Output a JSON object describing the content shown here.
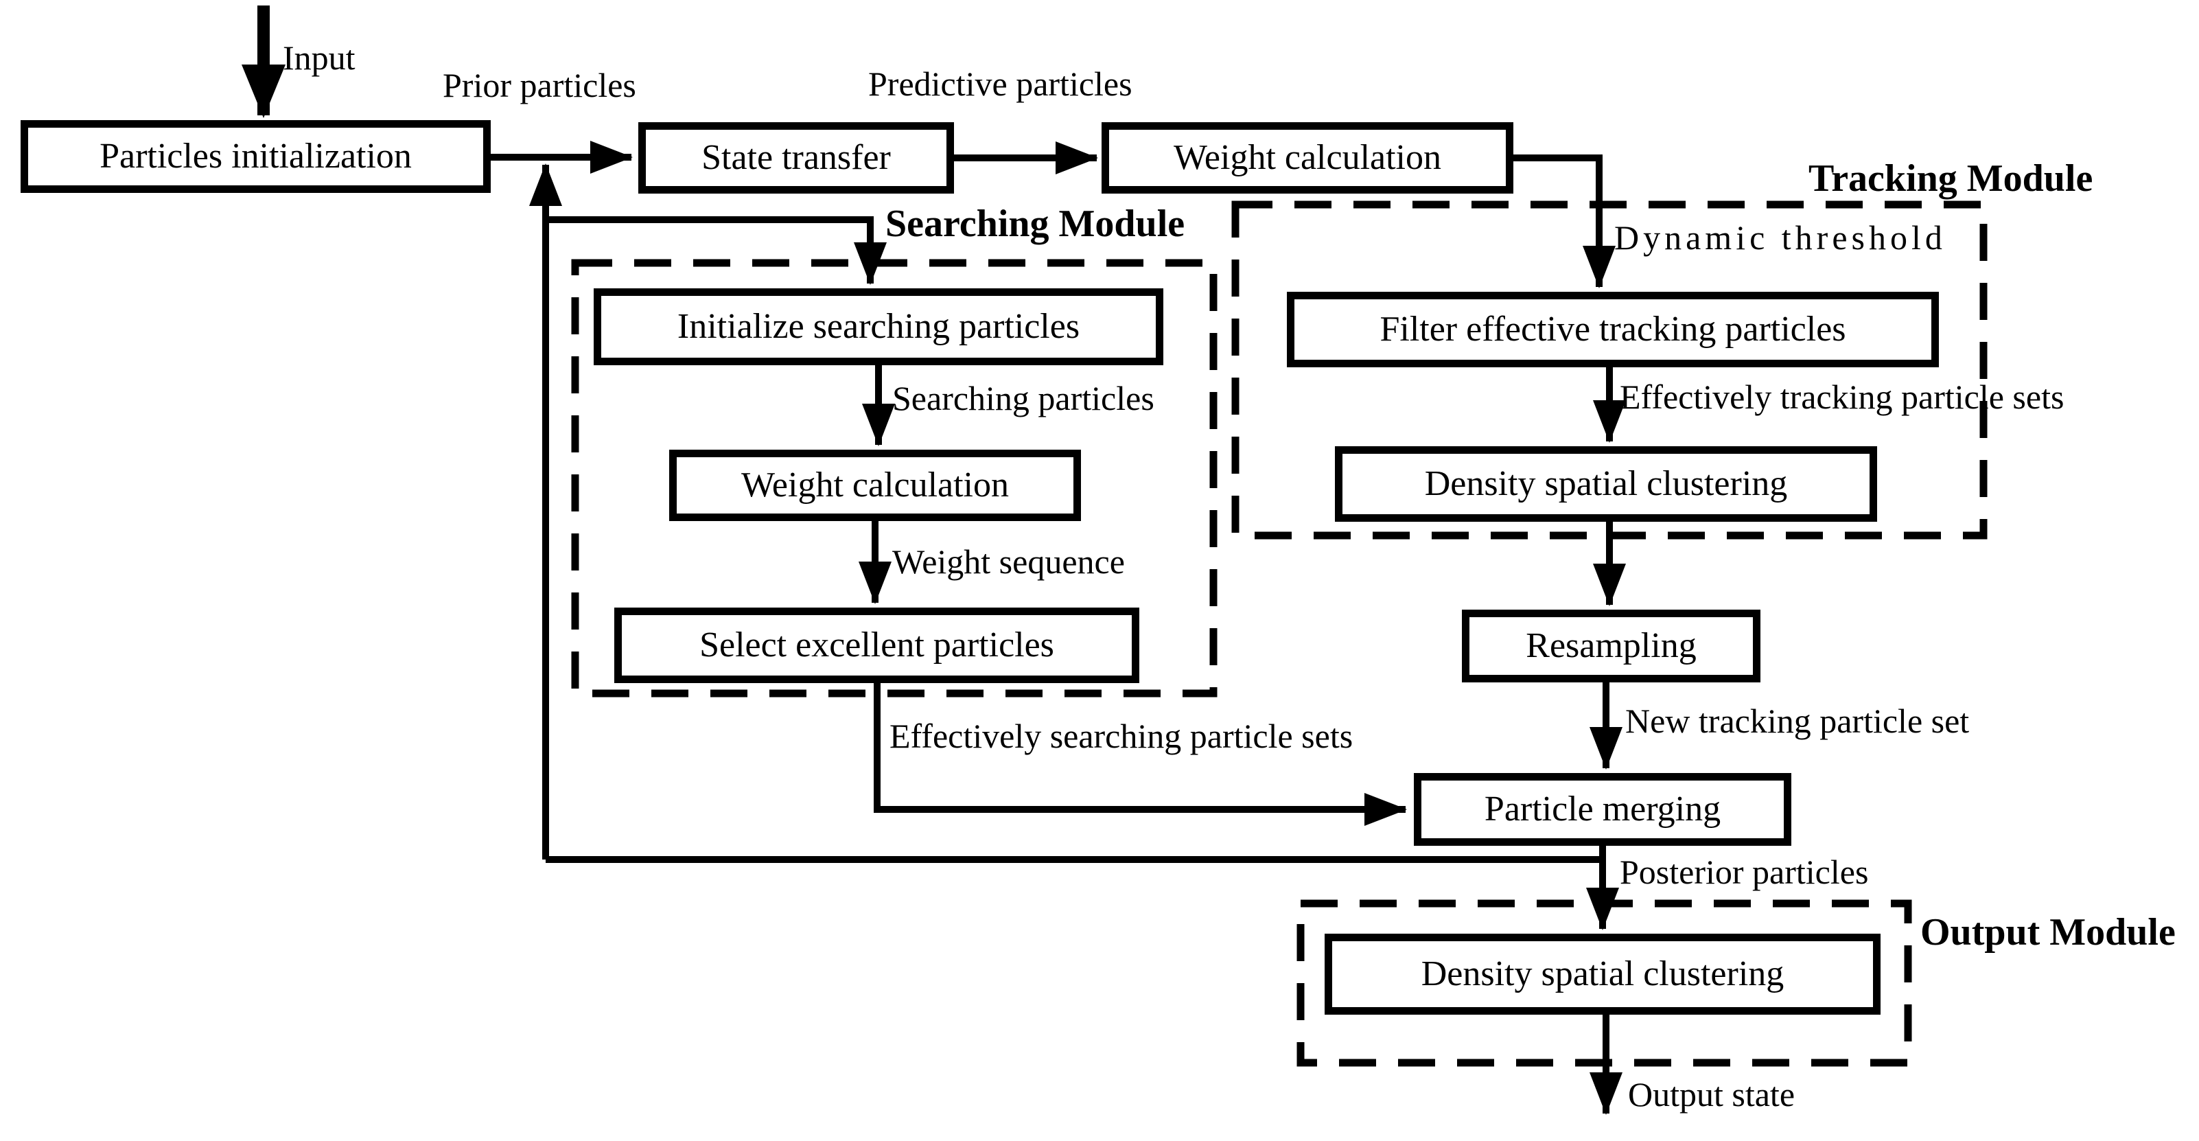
{
  "diagram": {
    "nodes": {
      "particles_init": "Particles initialization",
      "state_transfer": "State transfer",
      "weight_calc_main": "Weight calculation",
      "init_searching": "Initialize searching particles",
      "weight_calc_searching": "Weight calculation",
      "select_excellent": "Select excellent particles",
      "filter_effective": "Filter effective tracking particles",
      "density_clustering_tracking": "Density spatial clustering",
      "resampling": "Resampling",
      "particle_merging": "Particle merging",
      "density_clustering_output": "Density spatial clustering"
    },
    "modules": {
      "searching": "Searching Module",
      "tracking": "Tracking Module",
      "output": "Output Module"
    },
    "edge_labels": {
      "input": "Input",
      "prior_particles": "Prior particles",
      "predictive_particles": "Predictive particles",
      "dynamic_threshold": "Dynamic threshold",
      "searching_particles": "Searching particles",
      "weight_sequence": "Weight sequence",
      "effectively_tracking": "Effectively tracking particle sets",
      "new_tracking": "New tracking particle set",
      "effectively_searching": "Effectively searching particle sets",
      "posterior_particles": "Posterior particles",
      "output_state": "Output state"
    },
    "colors": {
      "ink": "#000000",
      "background": "#ffffff"
    }
  }
}
